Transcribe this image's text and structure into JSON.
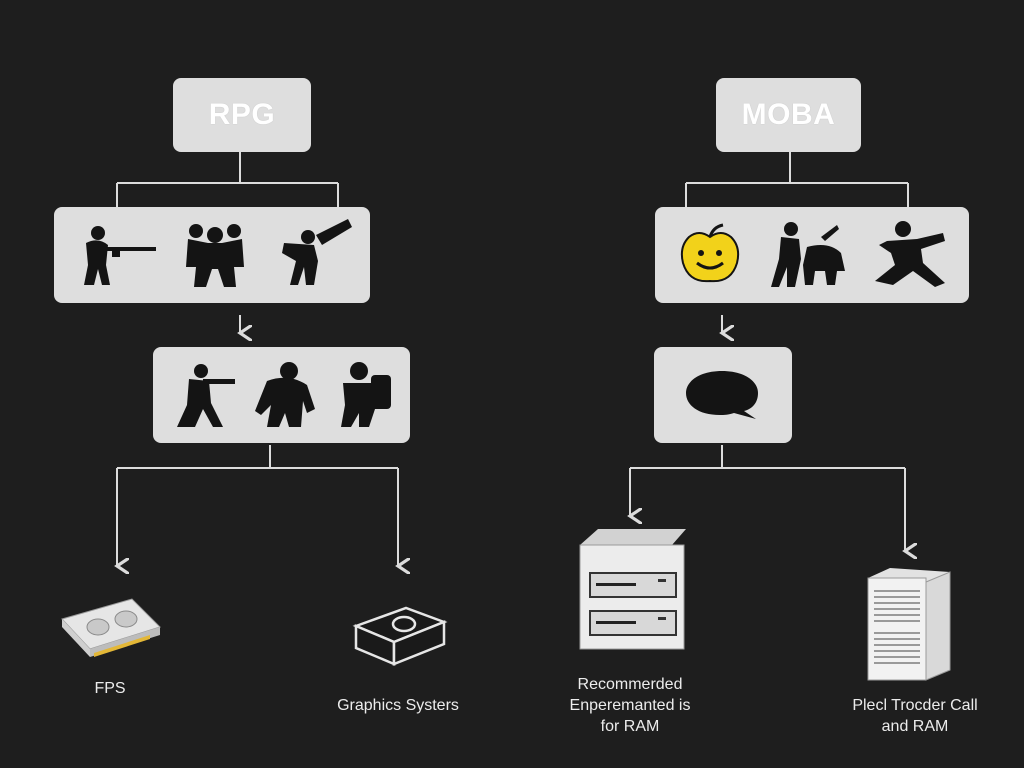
{
  "left": {
    "title": "RPG",
    "row1_icons": [
      "soldier-rifle-icon",
      "warrior-group-icon",
      "swordsman-icon"
    ],
    "row2_icons": [
      "shooter-icon",
      "brute-icon",
      "shield-knight-icon"
    ],
    "outputs": [
      {
        "icon": "graphics-card-icon",
        "label": "FPS"
      },
      {
        "icon": "graphics-box-icon",
        "label": "Graphics Systers"
      }
    ]
  },
  "right": {
    "title": "MOBA",
    "row1_icons": [
      "smiley-apple-icon",
      "rider-beast-icon",
      "kicking-fighter-icon"
    ],
    "row2_icons": [
      "speech-bubble-icon"
    ],
    "outputs": [
      {
        "icon": "drive-bay-server-icon",
        "label_lines": [
          "Recommerded",
          "Enperemanted is",
          "for RAM"
        ]
      },
      {
        "icon": "tower-server-icon",
        "label_lines": [
          "Plecl Trocder Call",
          "and RAM"
        ]
      }
    ]
  },
  "colors": {
    "background": "#1e1e1e",
    "box": "#dedede",
    "connector": "#dcdcdc",
    "title_text": "#ffffff",
    "accent_yellow": "#f2d21a"
  }
}
